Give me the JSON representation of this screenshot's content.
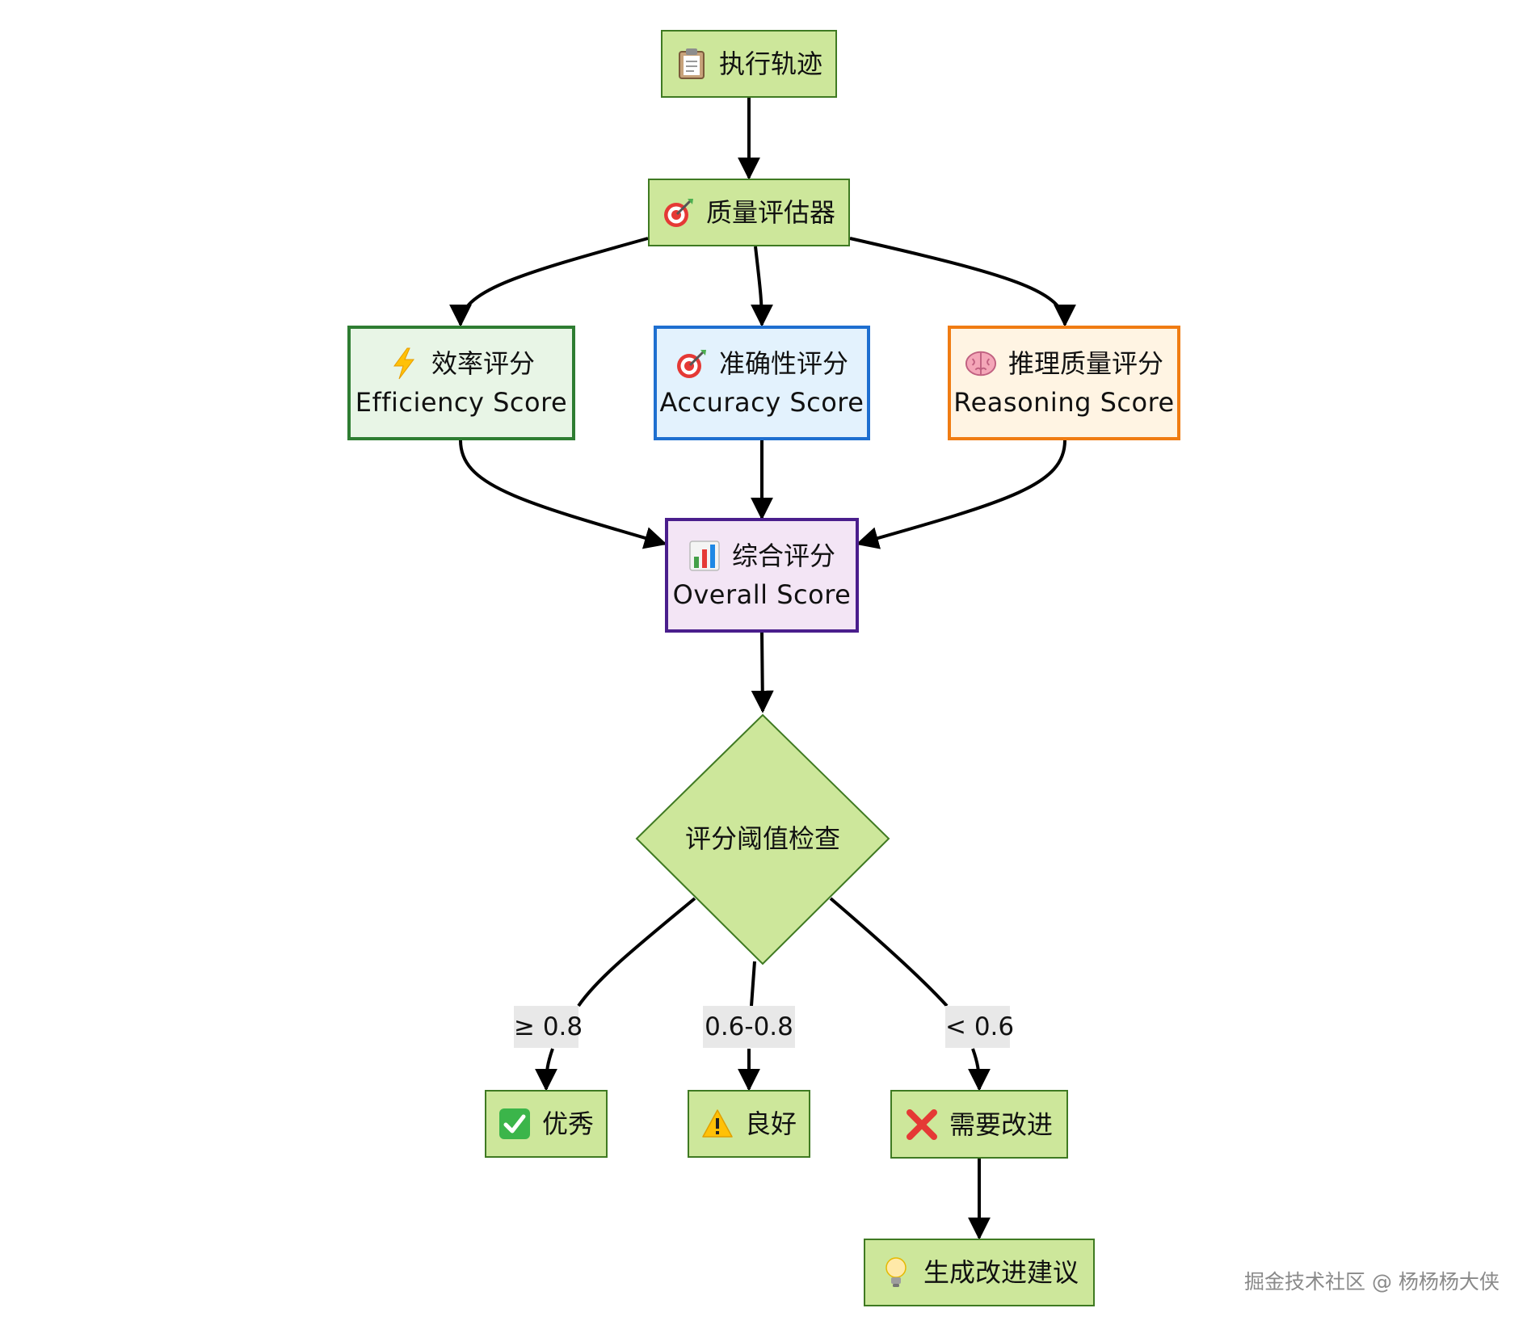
{
  "nodes": {
    "trace": {
      "label": "执行轨迹",
      "icon": "clipboard-icon"
    },
    "evaluator": {
      "label": "质量评估器",
      "icon": "target-icon"
    },
    "efficiency": {
      "label": "效率评分",
      "sublabel": "Efficiency Score",
      "icon": "lightning-icon"
    },
    "accuracy": {
      "label": "准确性评分",
      "sublabel": "Accuracy Score",
      "icon": "target-icon"
    },
    "reasoning": {
      "label": "推理质量评分",
      "sublabel": "Reasoning Score",
      "icon": "brain-icon"
    },
    "overall": {
      "label": "综合评分",
      "sublabel": "Overall Score",
      "icon": "bar-chart-icon"
    },
    "threshold": {
      "label": "评分阈值检查"
    },
    "excellent": {
      "label": "优秀",
      "icon": "check-mark-icon"
    },
    "good": {
      "label": "良好",
      "icon": "warning-icon"
    },
    "improve": {
      "label": "需要改进",
      "icon": "cross-mark-icon"
    },
    "suggest": {
      "label": "生成改进建议",
      "icon": "light-bulb-icon"
    }
  },
  "edges": {
    "high": "≥ 0.8",
    "mid": "0.6-0.8",
    "low": "< 0.6"
  },
  "colors": {
    "default_fill": "#cde79b",
    "default_stroke": "#3f7a22",
    "efficiency_stroke": "#2e7d32",
    "accuracy_stroke": "#1e6fd0",
    "reasoning_stroke": "#f07c12",
    "overall_stroke": "#4a1e8c"
  },
  "watermark": "掘金技术社区 @ 杨杨杨大侠"
}
